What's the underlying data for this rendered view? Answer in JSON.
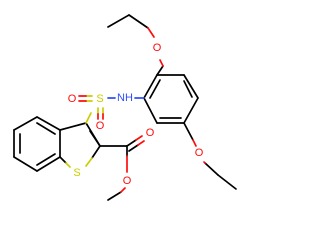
{
  "colors": {
    "bond": "#000000",
    "oxygen": "#FF0D0D",
    "sulfur": "#CCCC00",
    "nitrogen": "#3050F8",
    "background": "#FFFFFF"
  },
  "atoms": {
    "o_ethoxy_top": {
      "label": "O",
      "element": "oxygen"
    },
    "nh": {
      "label": "NH",
      "element": "nitrogen"
    },
    "s_sulfonyl": {
      "label": "S",
      "element": "sulfur"
    },
    "o_sulfonyl_left": {
      "label": "O",
      "element": "oxygen"
    },
    "o_sulfonyl_bottom": {
      "label": "O",
      "element": "oxygen"
    },
    "o_ethoxy_bottom": {
      "label": "O",
      "element": "oxygen"
    },
    "o_carbonyl": {
      "label": "O",
      "element": "oxygen"
    },
    "o_ester": {
      "label": "O",
      "element": "oxygen"
    },
    "s_thiophene": {
      "label": "S",
      "element": "sulfur"
    }
  }
}
